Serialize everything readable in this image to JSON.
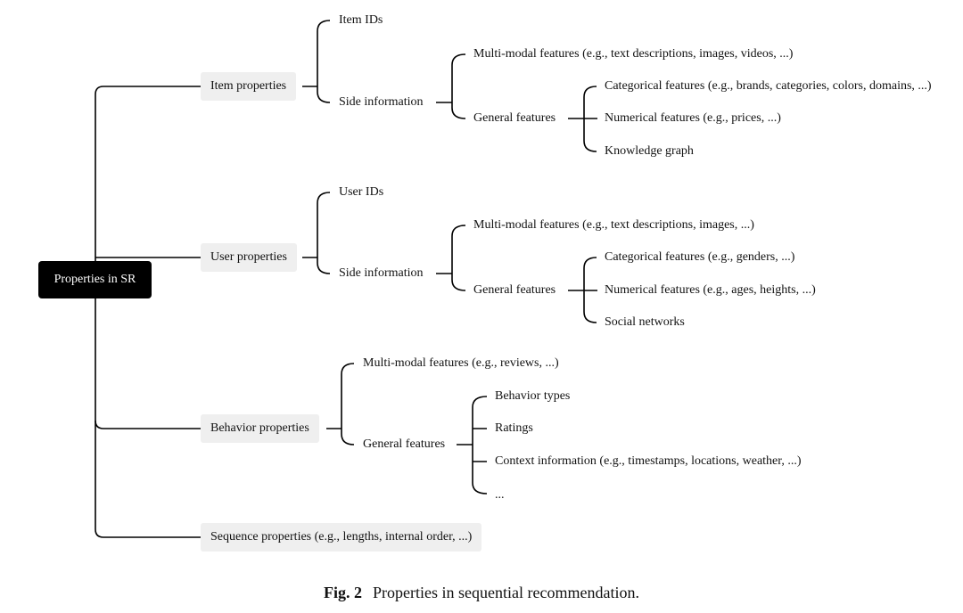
{
  "diagram": {
    "root": "Properties in SR",
    "item": {
      "label": "Item properties",
      "ids": "Item IDs",
      "side": "Side information",
      "multimodal": "Multi-modal features (e.g., text descriptions, images, videos, ...)",
      "general": "General features",
      "categorical": "Categorical features (e.g., brands, categories, colors, domains, ...)",
      "numerical": "Numerical features (e.g., prices, ...)",
      "extra": "Knowledge graph"
    },
    "user": {
      "label": "User properties",
      "ids": "User IDs",
      "side": "Side information",
      "multimodal": "Multi-modal features (e.g., text descriptions, images, ...)",
      "general": "General features",
      "categorical": "Categorical features (e.g., genders, ...)",
      "numerical": "Numerical features (e.g., ages, heights, ...)",
      "extra": "Social networks"
    },
    "behavior": {
      "label": "Behavior properties",
      "multimodal": "Multi-modal features (e.g., reviews, ...)",
      "general": "General features",
      "types": "Behavior types",
      "ratings": "Ratings",
      "context": "Context information (e.g., timestamps, locations, weather, ...)",
      "more": "..."
    },
    "sequence": {
      "label": "Sequence properties (e.g., lengths, internal order, ...)"
    }
  },
  "caption": {
    "label": "Fig. 2",
    "text": "Properties in sequential recommendation."
  }
}
